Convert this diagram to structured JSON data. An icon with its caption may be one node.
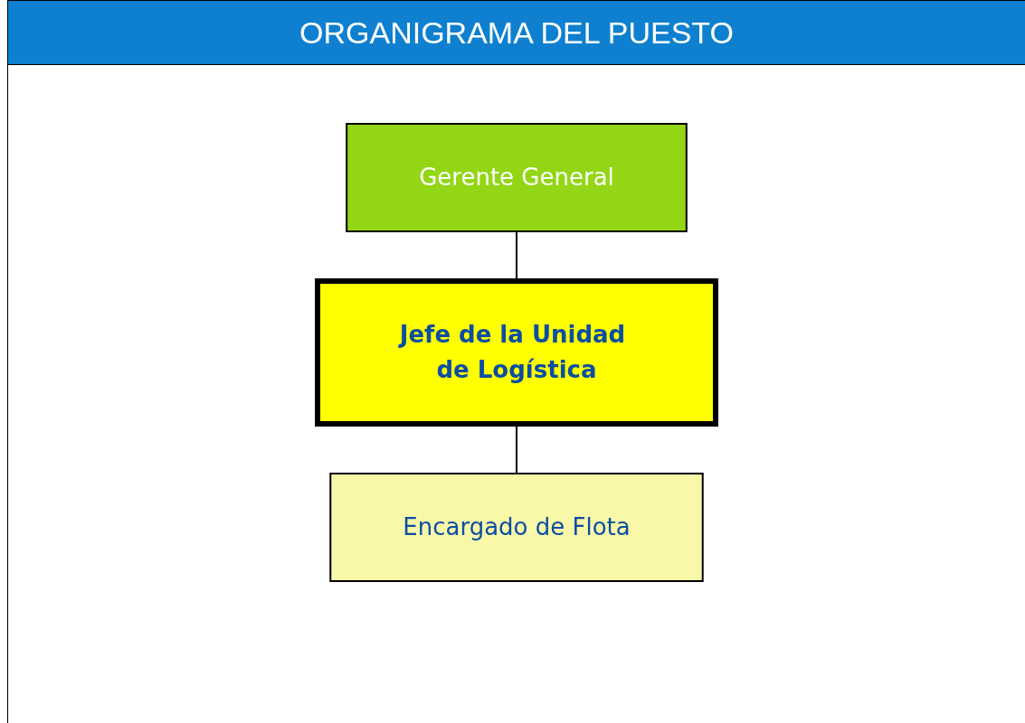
{
  "diagram": {
    "title": "ORGANIGRAMA DEL PUESTO",
    "nodes": [
      {
        "text": [
          "Gerente General"
        ]
      },
      {
        "text": [
          "Jefe de la Unidad de Logística"
        ]
      },
      {
        "text": [
          "Encargado de Flota"
        ]
      }
    ],
    "edges": [
      {
        "from": 0,
        "to": 1,
        "arrow": "none"
      },
      {
        "from": 1,
        "to": 2,
        "arrow": "none"
      }
    ]
  }
}
